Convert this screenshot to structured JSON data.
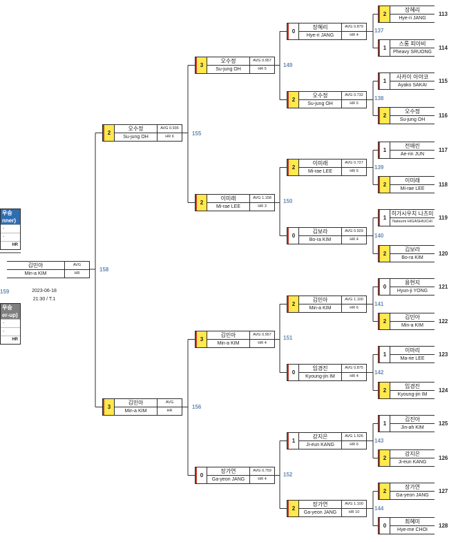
{
  "colors": {
    "winner_fill": "#ffe94d",
    "match_number": "#6a8ab3",
    "loser_edge": "#c0392b",
    "winner_box": "#2e6db2",
    "runnerup_box": "#7f7f7f"
  },
  "labels": {
    "avg": "AVG",
    "hr": "HR"
  },
  "result_boxes": {
    "winner": {
      "title": "우승",
      "subtitle": "nner)",
      "rows": [
        "-",
        "-"
      ],
      "hr": "HR"
    },
    "runner_up": {
      "title": "우승",
      "subtitle": "er-up)",
      "rows": [
        "-",
        "-"
      ],
      "hr": "HR"
    }
  },
  "final": {
    "player_kn": "김민아",
    "player_en": "Min-a KIM",
    "avg": "AVG",
    "hr": "HR",
    "match_no": "159",
    "date": "2023-06-18",
    "time": "21:30 / T.1"
  },
  "semifinals": [
    {
      "match_no": "158",
      "top": {
        "score": "2",
        "kn": "오수정",
        "en": "Su-jung OH",
        "avg": "AVG 0.936",
        "hr": "HR 6"
      },
      "bottom": {
        "score": "3",
        "kn": "김민아",
        "en": "Min-a KIM",
        "avg": "AVG",
        "hr": "HR"
      }
    }
  ],
  "quarterfinals": [
    {
      "match_no": "155",
      "top": {
        "score": "3",
        "kn": "오수정",
        "en": "Su-jung OH",
        "avg": "AVG 0.957",
        "hr": "HR 5"
      },
      "bottom": {
        "score": "2",
        "kn": "이미래",
        "en": "Mi-rae LEE",
        "avg": "AVG 1.158",
        "hr": "HR 3"
      }
    },
    {
      "match_no": "156",
      "top": {
        "score": "3",
        "kn": "김민아",
        "en": "Min-a KIM",
        "avg": "AVG 0.957",
        "hr": "HR 4"
      },
      "bottom": {
        "score": "0",
        "kn": "장가연",
        "en": "Ga-yeon JANG",
        "avg": "AVG 0.759",
        "hr": "HR 4"
      }
    }
  ],
  "round16": [
    {
      "match_no": "149",
      "top": {
        "score": "0",
        "kn": "장혜리",
        "en": "Hye-ri JANG",
        "avg": "AVG 0.879",
        "hr": "HR 4"
      },
      "bottom": {
        "score": "2",
        "kn": "오수정",
        "en": "Su-jung OH",
        "avg": "AVG 0.732",
        "hr": "HR 6"
      }
    },
    {
      "match_no": "150",
      "top": {
        "score": "2",
        "kn": "이미래",
        "en": "Mi-rae LEE",
        "avg": "AVG 0.727",
        "hr": "HR 5"
      },
      "bottom": {
        "score": "0",
        "kn": "김보라",
        "en": "Bo-ra KIM",
        "avg": "AVG 0.929",
        "hr": "HR 4"
      }
    },
    {
      "match_no": "151",
      "top": {
        "score": "2",
        "kn": "김민아",
        "en": "Min-a KIM",
        "avg": "AVG 1.100",
        "hr": "HR 6"
      },
      "bottom": {
        "score": "0",
        "kn": "임경진",
        "en": "Kyoung-jin IM",
        "avg": "AVG 0.875",
        "hr": "HR 4"
      }
    },
    {
      "match_no": "152",
      "top": {
        "score": "1",
        "kn": "강지은",
        "en": "Ji-eun KANG",
        "avg": "AVG 1.526",
        "hr": "HR 6"
      },
      "bottom": {
        "score": "2",
        "kn": "장가연",
        "en": "Ga-yeon JANG",
        "avg": "AVG 1.100",
        "hr": "HR 10"
      }
    }
  ],
  "round32": [
    {
      "match_no": "137",
      "top": {
        "score": "2",
        "kn": "장혜리",
        "en": "Hye-ri JANG",
        "seed": "113"
      },
      "bottom": {
        "score": "1",
        "kn": "스롱 피아비",
        "en": "Pheavy SRUONG",
        "seed": "114"
      }
    },
    {
      "match_no": "138",
      "top": {
        "score": "1",
        "kn": "사카이 아야코",
        "en": "Ayako SAKAI",
        "seed": "115"
      },
      "bottom": {
        "score": "2",
        "kn": "오수정",
        "en": "Su-jung OH",
        "seed": "116"
      }
    },
    {
      "match_no": "139",
      "top": {
        "score": "1",
        "kn": "전애린",
        "en": "Ae-rin JUN",
        "seed": "117"
      },
      "bottom": {
        "score": "2",
        "kn": "이미래",
        "en": "Mi-rae LEE",
        "seed": "118"
      }
    },
    {
      "match_no": "140",
      "top": {
        "score": "1",
        "kn": "히가시우치 나츠미",
        "en": "Natsumi HIGASHIUCHI",
        "seed": "119"
      },
      "bottom": {
        "score": "2",
        "kn": "김보라",
        "en": "Bo-ra KIM",
        "seed": "120"
      }
    },
    {
      "match_no": "141",
      "top": {
        "score": "0",
        "kn": "용현지",
        "en": "Hyun-ji YONG",
        "seed": "121"
      },
      "bottom": {
        "score": "2",
        "kn": "김민아",
        "en": "Min-a KIM",
        "seed": "122"
      }
    },
    {
      "match_no": "142",
      "top": {
        "score": "1",
        "kn": "이마리",
        "en": "Ma-rie LEE",
        "seed": "123"
      },
      "bottom": {
        "score": "2",
        "kn": "임경진",
        "en": "Kyoung-jin IM",
        "seed": "124"
      }
    },
    {
      "match_no": "143",
      "top": {
        "score": "1",
        "kn": "김진아",
        "en": "Jin-ah KIM",
        "seed": "125"
      },
      "bottom": {
        "score": "2",
        "kn": "강지은",
        "en": "Ji-eun KANG",
        "seed": "126"
      }
    },
    {
      "match_no": "144",
      "top": {
        "score": "2",
        "kn": "장가연",
        "en": "Ga-yeon JANG",
        "seed": "127"
      },
      "bottom": {
        "score": "0",
        "kn": "최혜미",
        "en": "Hye-me CHOI",
        "seed": "128"
      }
    }
  ]
}
